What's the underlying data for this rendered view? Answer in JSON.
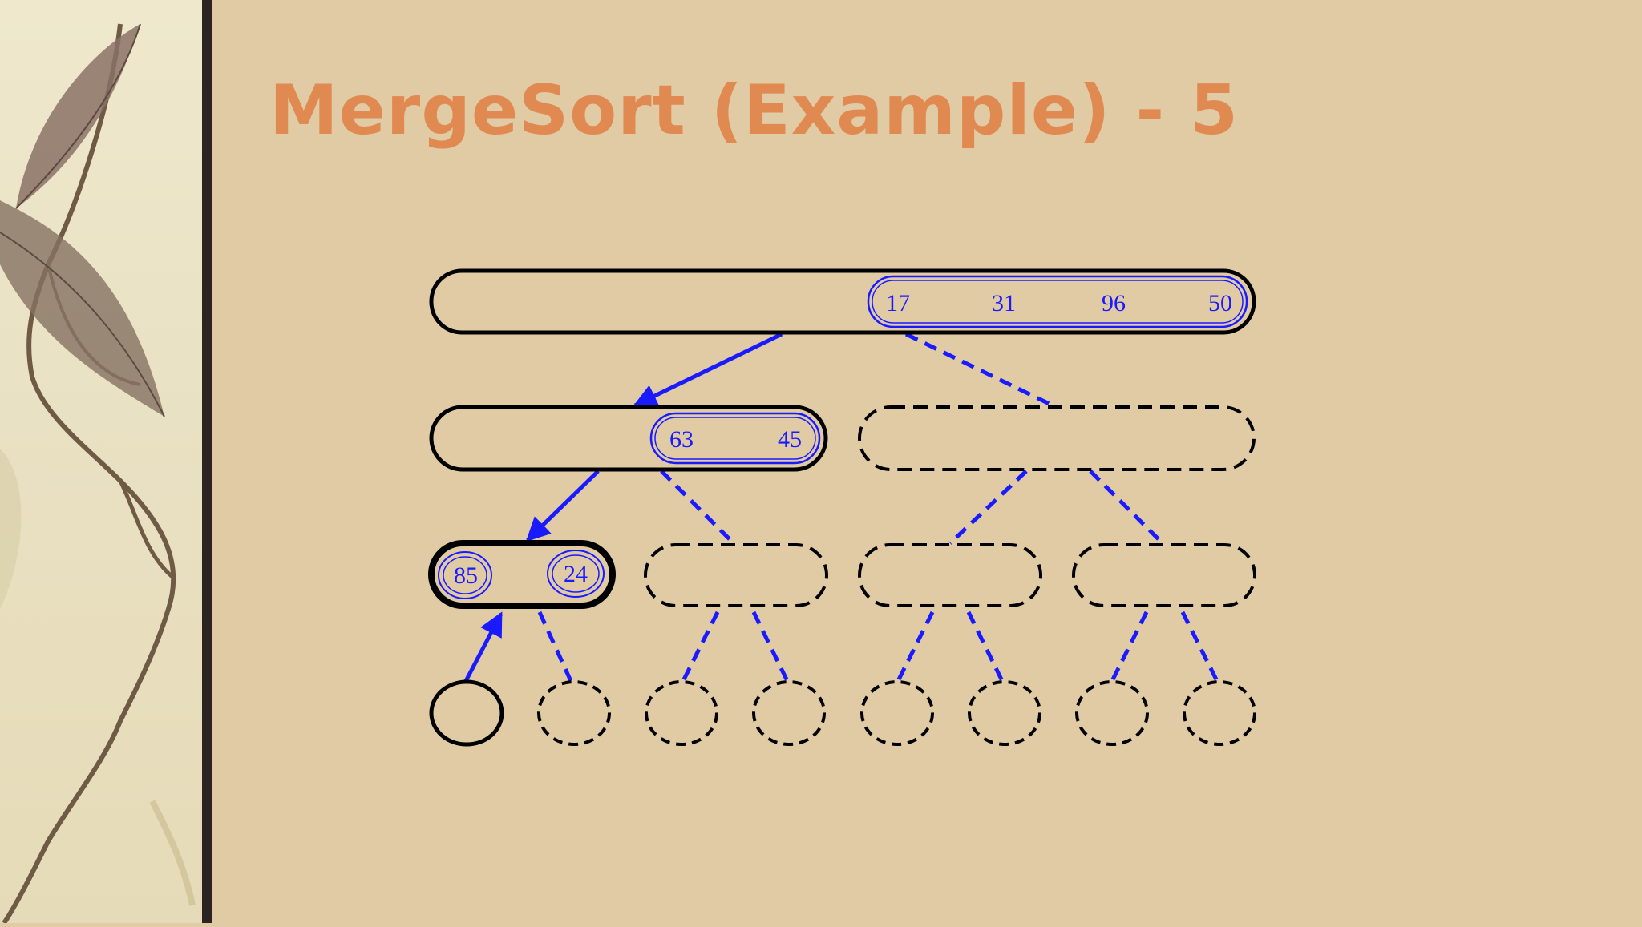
{
  "slide": {
    "title": "MergeSort (Example) - 5"
  },
  "colors": {
    "background": "#e0cba5",
    "title": "#e08a52",
    "arrow": "#1a1aff",
    "outline": "#000000",
    "divider": "#2b2420"
  },
  "tree": {
    "root": {
      "values": [
        "17",
        "31",
        "96",
        "50"
      ],
      "state": "partially merged"
    },
    "level1": [
      {
        "values": [
          "63",
          "45"
        ],
        "state": "active"
      },
      {
        "values": [],
        "state": "pending"
      }
    ],
    "level2": [
      {
        "values": [
          "85",
          "24"
        ],
        "state": "current"
      },
      {
        "values": [],
        "state": "pending"
      },
      {
        "values": [],
        "state": "pending"
      },
      {
        "values": [],
        "state": "pending"
      }
    ],
    "leaves": [
      {
        "values": [],
        "state": "returned"
      },
      {
        "values": [],
        "state": "pending"
      },
      {
        "values": [],
        "state": "pending"
      },
      {
        "values": [],
        "state": "pending"
      },
      {
        "values": [],
        "state": "pending"
      },
      {
        "values": [],
        "state": "pending"
      },
      {
        "values": [],
        "state": "pending"
      },
      {
        "values": [],
        "state": "pending"
      }
    ]
  }
}
